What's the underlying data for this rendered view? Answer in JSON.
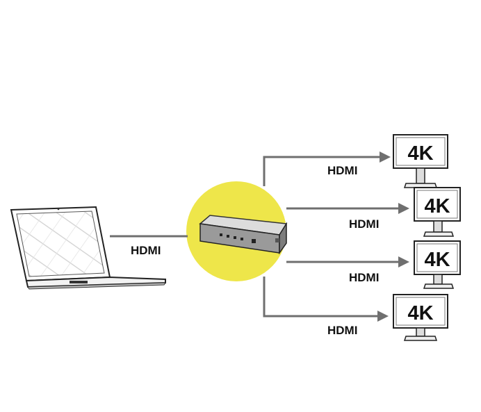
{
  "diagram": {
    "source_label": "HDMI",
    "outputs": [
      {
        "cable_label": "HDMI",
        "monitor_text": "4K"
      },
      {
        "cable_label": "HDMI",
        "monitor_text": "4K"
      },
      {
        "cable_label": "HDMI",
        "monitor_text": "4K"
      },
      {
        "cable_label": "HDMI",
        "monitor_text": "4K"
      }
    ]
  },
  "colors": {
    "line": "#6f6f6f",
    "highlight": "#eee64a",
    "device": "#9a9a9a",
    "text": "#111111"
  }
}
